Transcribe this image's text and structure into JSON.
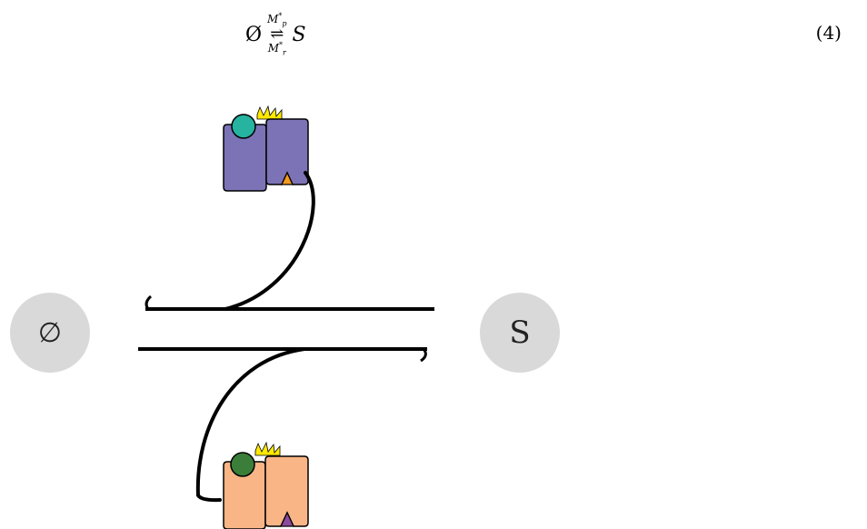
{
  "equation": {
    "left": "Ø",
    "forward_rate": "M_p^*",
    "reverse_rate": "M_r^*",
    "arrow": "⇌",
    "right": "S",
    "number": "(4)"
  },
  "nodes": {
    "source": "∅",
    "product": "S"
  },
  "colors": {
    "forward_enzyme": "#7b73b6",
    "forward_ligand": "#26b3a0",
    "forward_site": "#f39a1f",
    "reverse_enzyme": "#f9b586",
    "reverse_ligand": "#3b7e3a",
    "reverse_site": "#8c4a9e",
    "spark": "#ffe900",
    "node_fill": "#d9d9d9"
  },
  "icons": [
    "forward-enzyme-icon",
    "reverse-enzyme-icon",
    "spark-icon"
  ]
}
